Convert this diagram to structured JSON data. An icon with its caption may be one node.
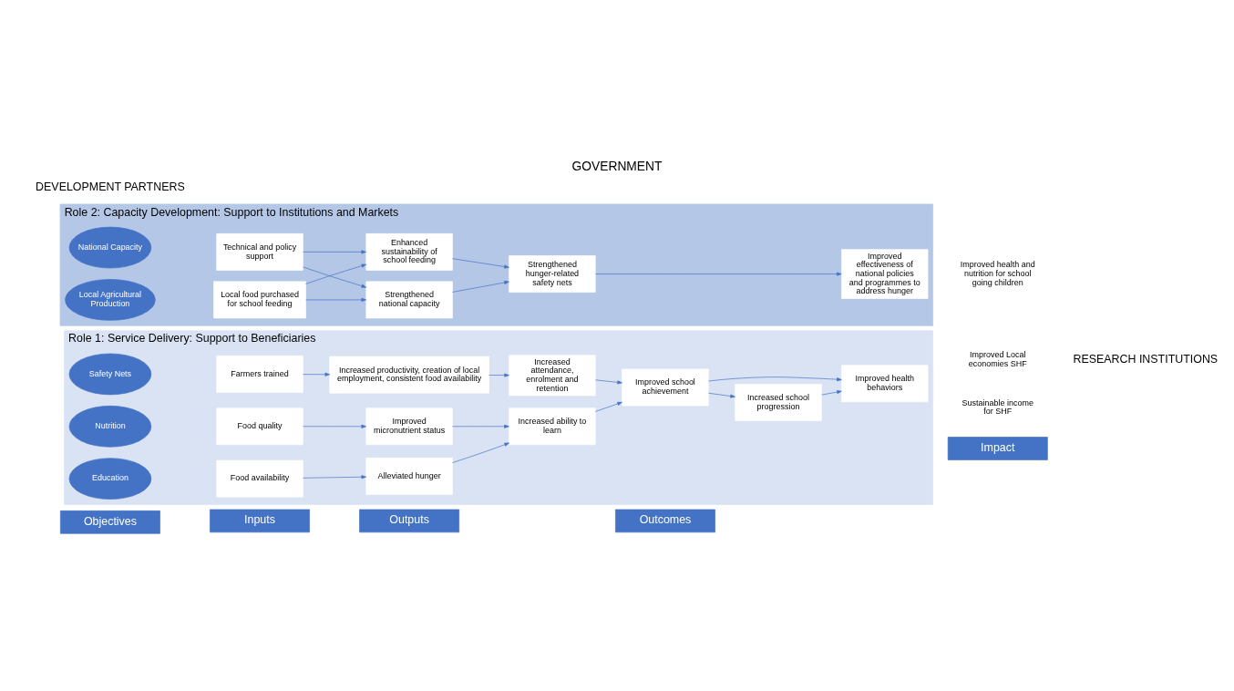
{
  "diagram": {
    "title": "GOVERNMENT",
    "nodes": [
      {
        "text": [
          "Objectives"
        ]
      },
      {
        "text": [
          "Inputs"
        ]
      },
      {
        "text": [
          "Outputs"
        ]
      },
      {
        "text": [
          "Outcomes"
        ]
      },
      {
        "text": [
          "Impact"
        ]
      },
      {
        "text": [
          "Role 1: Service Delivery: Support to Beneficiaries"
        ]
      },
      {
        "text": [
          "Safety Nets"
        ],
        "in": 5
      },
      {
        "text": [
          "Education"
        ],
        "in": 5
      },
      {
        "text": [
          "Nutrition"
        ],
        "in": 5
      },
      {
        "text": [
          "Farmers trained"
        ],
        "in": 5
      },
      {
        "text": [
          "Food availability"
        ],
        "in": 5
      },
      {
        "text": [
          "Food quality"
        ],
        "in": 5
      },
      {
        "text": [
          "Increased productivity, creation of local employment, consistent food availability"
        ],
        "in": 5
      },
      {
        "text": [
          "Increased attendance, enrolment and retention"
        ],
        "in": 5
      },
      {
        "text": [
          "Alleviated hunger"
        ],
        "in": 5
      },
      {
        "text": [
          "Improved micronutrient status"
        ],
        "in": 5
      },
      {
        "text": [
          "Improved school achievement"
        ],
        "in": 5
      },
      {
        "text": [
          "Increased ability to learn"
        ],
        "in": 5
      },
      {
        "text": [
          "Increased school progression"
        ],
        "in": 5
      },
      {
        "text": [
          "Improved health behaviors"
        ],
        "in": 5
      },
      {
        "text": [
          "Role 2: Capacity Development: Support to Institutions and Markets"
        ]
      },
      {
        "text": [
          "National Capacity"
        ],
        "in": 20
      },
      {
        "text": [
          "Local Agricultural Production"
        ],
        "in": 20
      },
      {
        "text": [
          "Technical and policy support"
        ],
        "in": 20
      },
      {
        "text": [
          "Local food purchased for school feeding"
        ],
        "in": 20
      },
      {
        "text": [
          "Strengthened national capacity"
        ],
        "in": 20
      },
      {
        "text": [
          "Enhanced sustainability of school feeding"
        ],
        "in": 20
      },
      {
        "text": [
          "Strengthened hunger-related safety nets"
        ],
        "in": 20
      },
      {
        "text": [
          "Improved effectiveness of national policies and programmes to address hunger"
        ],
        "in": 20
      },
      {
        "text": [
          "Improved Local economies SHF"
        ]
      },
      {
        "text": [
          "Sustainable income for SHF"
        ]
      },
      {
        "text": [
          "Improved health and nutrition for school going children"
        ]
      }
    ],
    "edges": [
      {
        "from": 9,
        "to": 12,
        "arrow": "to"
      },
      {
        "from": 10,
        "to": 14,
        "arrow": "to"
      },
      {
        "from": 11,
        "to": 15,
        "arrow": "to"
      },
      {
        "from": 12,
        "to": 13,
        "arrow": "to"
      },
      {
        "from": 13,
        "to": 16,
        "arrow": "to"
      },
      {
        "from": 16,
        "to": 18,
        "arrow": "to"
      },
      {
        "from": 16,
        "to": 19,
        "arrow": "to"
      },
      {
        "from": 18,
        "to": 19,
        "arrow": "to"
      },
      {
        "from": 14,
        "to": 17,
        "arrow": "to"
      },
      {
        "from": 15,
        "to": 17,
        "arrow": "to"
      },
      {
        "from": 17,
        "to": 16,
        "arrow": "to"
      },
      {
        "from": 23,
        "to": 25,
        "arrow": "to"
      },
      {
        "from": 23,
        "to": 26,
        "arrow": "to"
      },
      {
        "from": 24,
        "to": 25,
        "arrow": "to"
      },
      {
        "from": 24,
        "to": 26,
        "arrow": "to"
      },
      {
        "from": 25,
        "to": 27,
        "arrow": "to"
      },
      {
        "from": 26,
        "to": 27,
        "arrow": "to"
      },
      {
        "from": 27,
        "to": 28,
        "arrow": "to"
      }
    ],
    "labels": [
      "DEVELOPMENT PARTNERS",
      "RESEARCH INSTITUTIONS"
    ]
  }
}
